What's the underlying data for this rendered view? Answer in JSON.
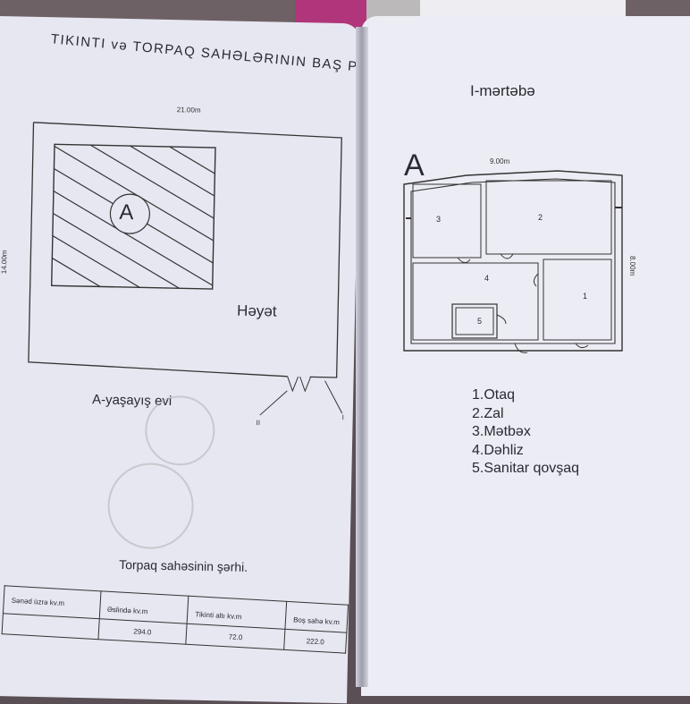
{
  "left_page": {
    "title": "TIKINTI və TORPAQ SAHƏLƏRININ BAŞ PLANI",
    "width_dim": "21.00m",
    "height_dim": "14.00m",
    "building_mark": "A",
    "yard_label": "Həyət",
    "building_caption": "A-yaşayış evi",
    "entrance_mark_1": "II",
    "entrance_mark_2": "I",
    "table_title": "Torpaq sahəsinin şərhi.",
    "table": {
      "headers": [
        "Sənəd üzrə kv.m",
        "Əslində kv.m",
        "Tikinti altı kv.m",
        "Boş sahə kv.m"
      ],
      "row": [
        "",
        "294.0",
        "72.0",
        "222.0"
      ]
    }
  },
  "right_page": {
    "floor_title": "I-mərtəbə",
    "building_mark": "A",
    "width_dim": "9.00m",
    "height_dim": "8.00m",
    "rooms": [
      "1",
      "2",
      "3",
      "4",
      "5"
    ],
    "legend": [
      "1.Otaq",
      "2.Zal",
      "3.Mətbəx",
      "4.Dəhliz",
      "5.Sanitar qovşaq"
    ]
  }
}
